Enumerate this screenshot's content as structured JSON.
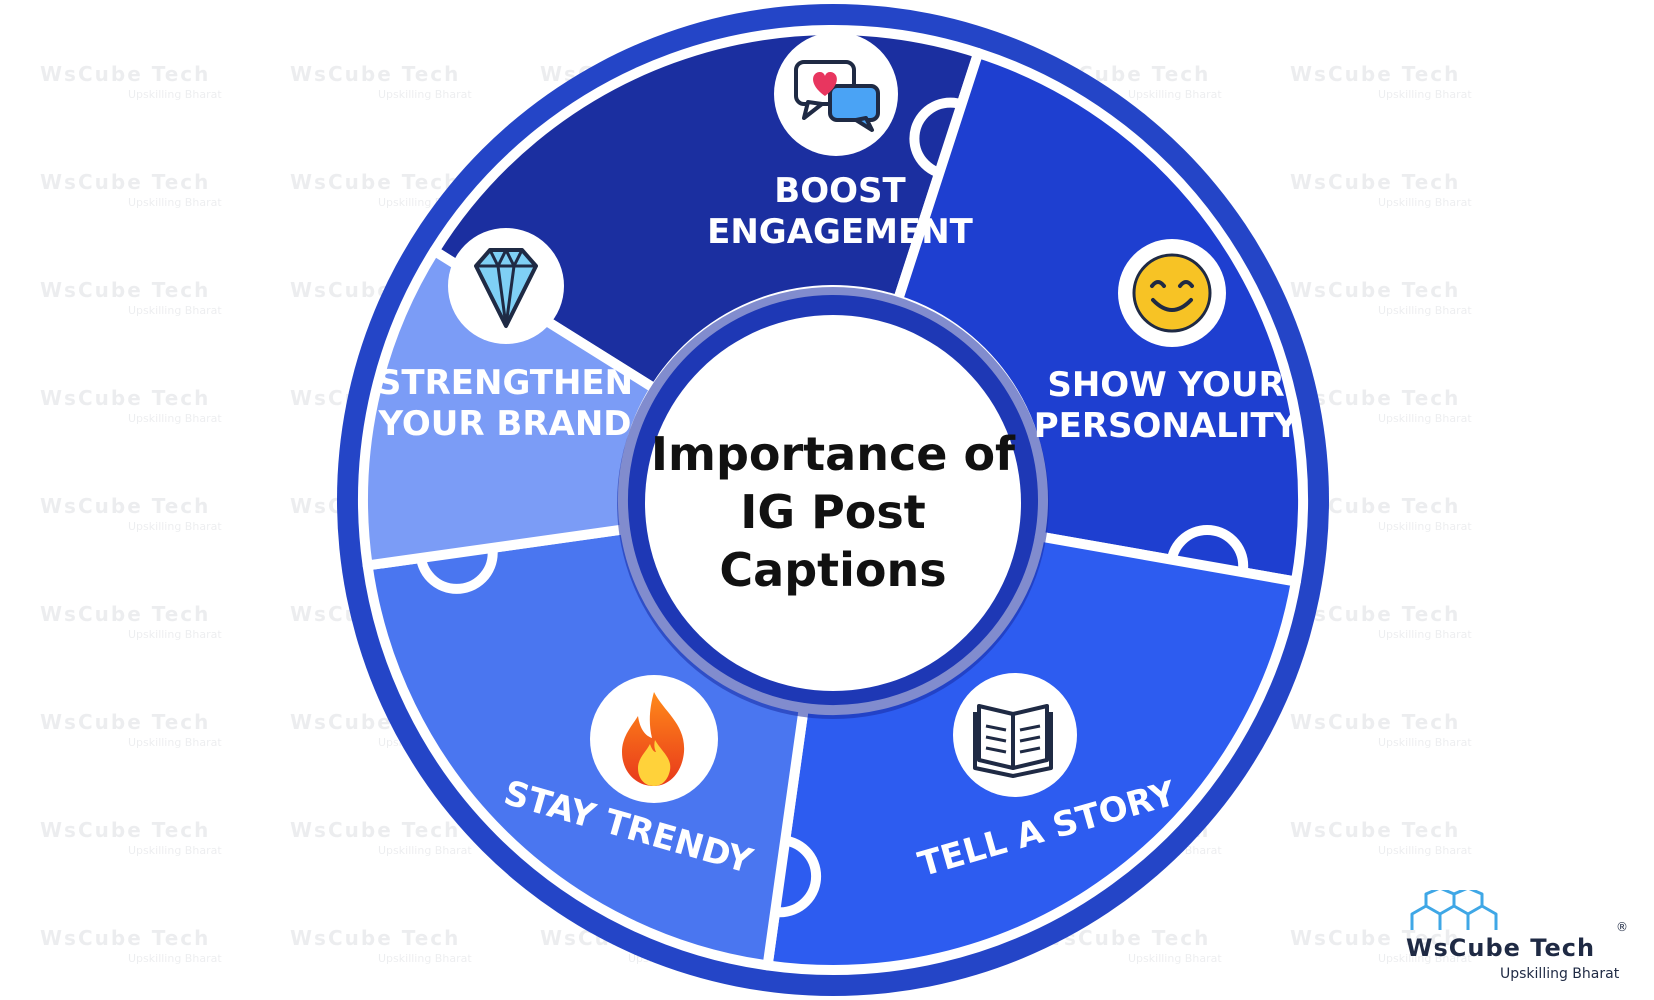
{
  "center": {
    "line1": "Importance of",
    "line2": "IG Post",
    "line3": "Captions"
  },
  "segments": [
    {
      "id": "boost",
      "line1": "BOOST",
      "line2": "ENGAGEMENT",
      "icon": "chat-heart-icon",
      "color": "#1b2fa0"
    },
    {
      "id": "personality",
      "line1": "SHOW YOUR",
      "line2": "PERSONALITY",
      "icon": "smiley-icon",
      "color": "#1e3fd0"
    },
    {
      "id": "story",
      "line1": "TELL A STORY",
      "icon": "open-book-icon",
      "color": "#2d5cf0"
    },
    {
      "id": "trendy",
      "line1": "STAY TRENDY",
      "icon": "flame-icon",
      "color": "#4a76f0"
    },
    {
      "id": "brand",
      "line1": "STRENGTHEN",
      "line2": "YOUR BRAND",
      "icon": "diamond-icon",
      "color": "#7b9cf6"
    }
  ],
  "watermark": {
    "brand": "WsCube Tech",
    "tagline": "Upskilling Bharat"
  },
  "logo": {
    "brand": "WsCube Tech",
    "tagline": "Upskilling Bharat",
    "registered": "®"
  }
}
